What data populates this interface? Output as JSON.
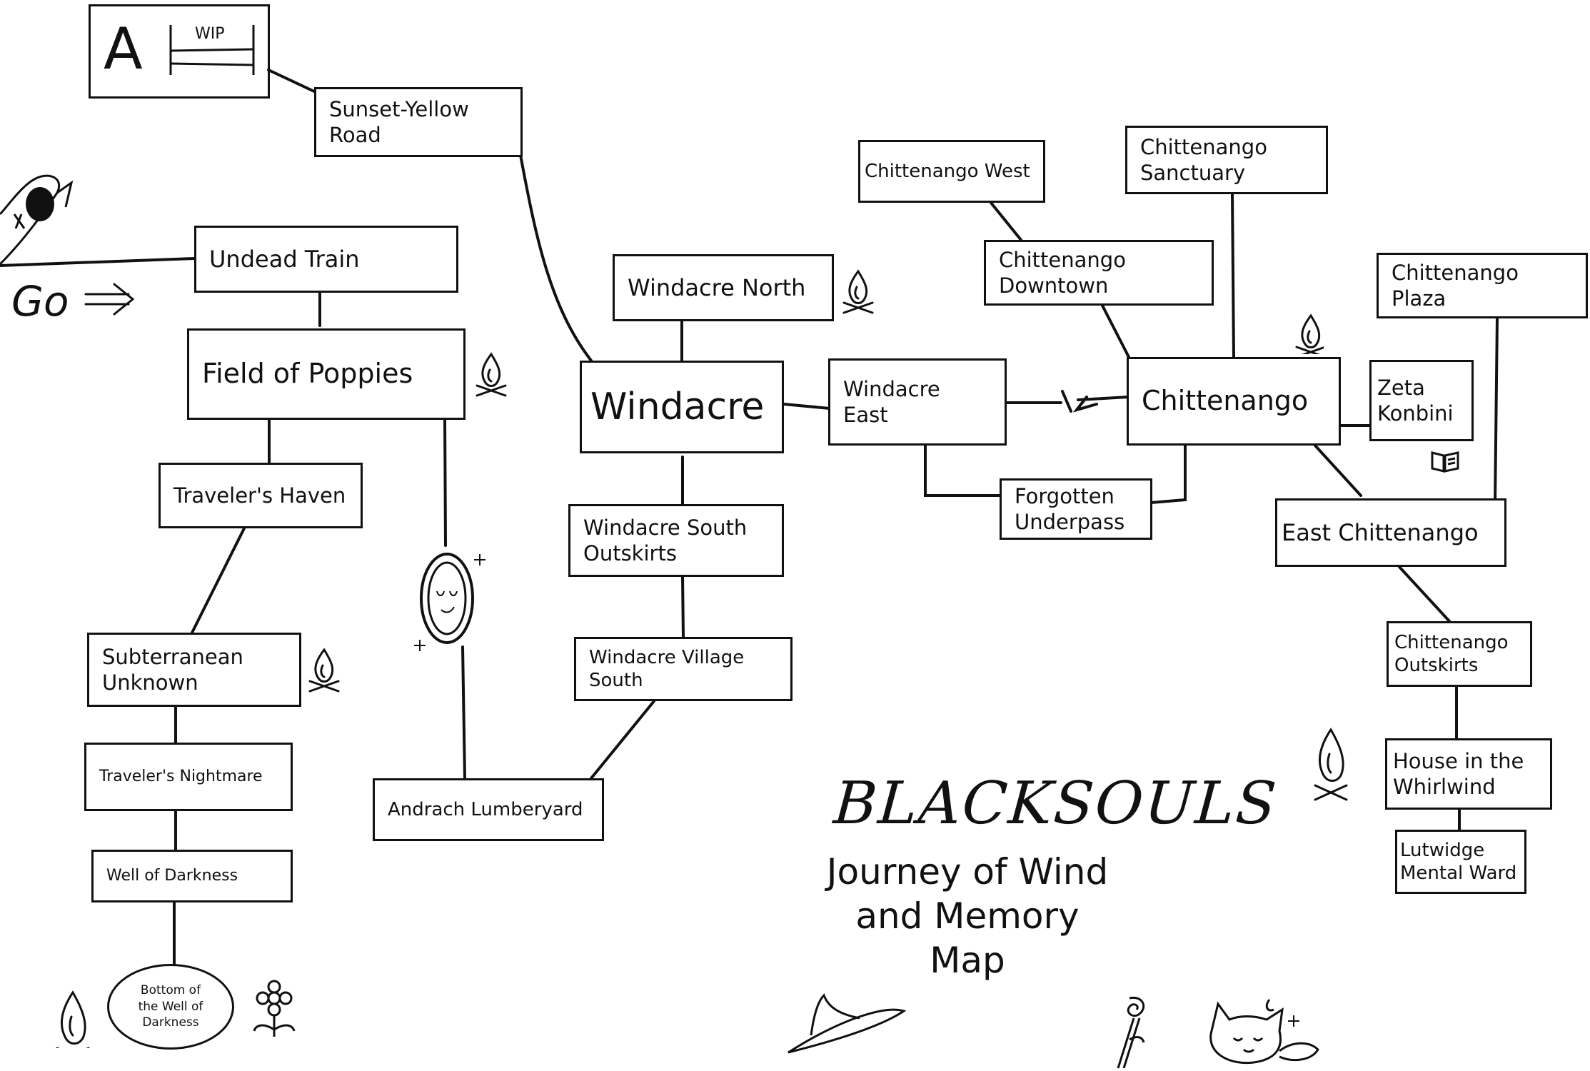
{
  "legend": {
    "letter": "A",
    "tag": "WIP"
  },
  "start_label": "Go",
  "title": {
    "logo": "BLACKSOULS",
    "subtitle": "Journey of Wind\nand Memory\nMap"
  },
  "locations": {
    "sunset_yellow_road": "Sunset-Yellow\nRoad",
    "undead_train": "Undead Train",
    "field_of_poppies": "Field of Poppies",
    "travelers_haven": "Traveler's Haven",
    "subterranean_unknown": "Subterranean\nUnknown",
    "travelers_nightmare": "Traveler's Nightmare",
    "well_of_darkness": "Well of Darkness",
    "bottom_of_well": "Bottom of\nthe Well of\nDarkness",
    "andrach_lumberyard": "Andrach Lumberyard",
    "windacre_north": "Windacre North",
    "windacre": "Windacre",
    "windacre_south_outskirts": "Windacre South\nOutskirts",
    "windacre_village_south": "Windacre Village\nSouth",
    "windacre_east": "Windacre\nEast",
    "forgotten_underpass": "Forgotten\nUnderpass",
    "chittenango_west": "Chittenango West",
    "chittenango_downtown": "Chittenango\nDowntown",
    "chittenango_sanctuary": "Chittenango\nSanctuary",
    "chittenango": "Chittenango",
    "chittenango_plaza": "Chittenango\nPlaza",
    "zeta_konbini": "Zeta\nKonbini",
    "east_chittenango": "East Chittenango",
    "chittenango_outskirts": "Chittenango\nOutskirts",
    "house_in_the_whirlwind": "House in the\nWhirlwind",
    "lutwidge_mental_ward": "Lutwidge\nMental Ward"
  },
  "icons": {
    "campfire": "campfire-icon",
    "mirror": "magic-mirror-icon",
    "book": "book-icon",
    "flower": "flower-icon",
    "hat": "witch-hat-icon",
    "wand": "wand-icon",
    "cat": "cat-icon",
    "creature": "creature-sketch-icon"
  }
}
